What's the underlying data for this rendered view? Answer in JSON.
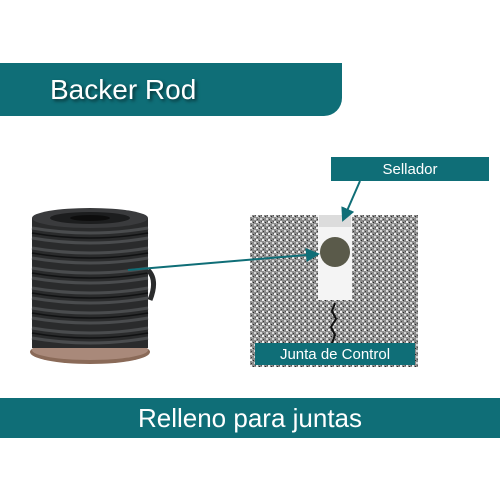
{
  "header": {
    "title": "Backer Rod"
  },
  "diagram": {
    "sealant_label": "Sellador",
    "joint_label": "Junta de Control"
  },
  "footer": {
    "caption": "Relleno para juntas"
  },
  "images": {
    "product": "backer-rod-spool",
    "cross_section": "joint-cross-section"
  },
  "colors": {
    "banner": "#0f6e77",
    "text_on_banner": "#ffffff",
    "rod": "#5a5a4a"
  }
}
